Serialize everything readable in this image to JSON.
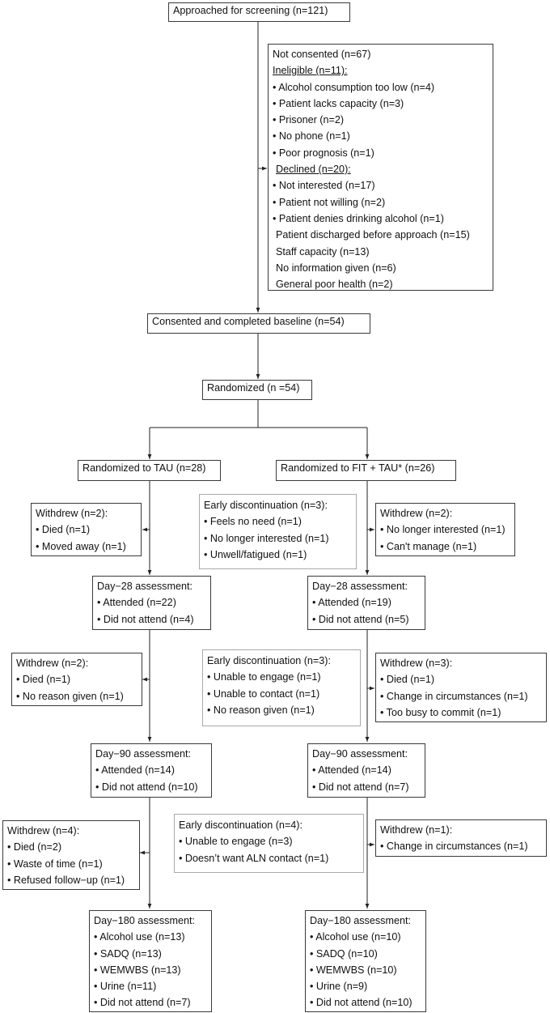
{
  "screening": {
    "label": "Approached for screening (n=121)"
  },
  "not_consented": {
    "lines": [
      {
        "text": "Not consented (n=67)"
      },
      {
        "text": "Ineligible (n=11):",
        "underline": true
      },
      {
        "text": "• Alcohol consumption too low (n=4)"
      },
      {
        "text": "• Patient lacks capacity (n=3)"
      },
      {
        "text": "• Prisoner (n=2)"
      },
      {
        "text": "• No phone (n=1)"
      },
      {
        "text": "• Poor prognosis (n=1)"
      },
      {
        "text": "Declined (n=20):",
        "underline": true,
        "indent": true
      },
      {
        "text": "• Not interested (n=17)"
      },
      {
        "text": "• Patient not willing (n=2)"
      },
      {
        "text": "• Patient denies drinking alcohol (n=1)"
      },
      {
        "text": "Patient discharged before approach (n=15)",
        "indent": true
      },
      {
        "text": "Staff capacity (n=13)",
        "indent": true
      },
      {
        "text": "No information given (n=6)",
        "indent": true
      },
      {
        "text": "General poor health (n=2)",
        "indent": true
      }
    ]
  },
  "consented": {
    "label": "Consented and completed baseline (n=54)"
  },
  "randomized": {
    "label": "Randomized (n =54)"
  },
  "tau_arm": {
    "label": "Randomized to TAU (n=28)",
    "withdrew_1": [
      "Withdrew (n=2):",
      "• Died (n=1)",
      "• Moved away (n=1)"
    ],
    "day28": [
      "Day−28 assessment:",
      "• Attended (n=22)",
      "• Did not attend (n=4)"
    ],
    "withdrew_2": [
      "Withdrew (n=2):",
      "• Died (n=1)",
      "• No reason given (n=1)"
    ],
    "day90": [
      "Day−90 assessment:",
      "• Attended (n=14)",
      "• Did not attend (n=10)"
    ],
    "withdrew_3": [
      "Withdrew (n=4):",
      "• Died (n=2)",
      "• Waste of time (n=1)",
      "• Refused follow−up (n=1)"
    ],
    "day180": [
      "Day−180 assessment:",
      "• Alcohol use (n=13)",
      "• SADQ (n=13)",
      "• WEMWBS (n=13)",
      "• Urine (n=11)",
      "• Did not attend (n=7)"
    ]
  },
  "fit_arm": {
    "label": "Randomized to FIT + TAU* (n=26)",
    "early_disc_1": [
      "Early discontinuation (n=3):",
      "•  Feels no need (n=1)",
      "•  No longer interested (n=1)",
      "•  Unwell/fatigued (n=1)"
    ],
    "withdrew_1": [
      "Withdrew (n=2):",
      "• No longer interested (n=1)",
      "• Can't manage (n=1)"
    ],
    "day28": [
      "Day−28 assessment:",
      "• Attended (n=19)",
      "• Did not attend (n=5)"
    ],
    "early_disc_2": [
      "Early discontinuation (n=3):",
      "•  Unable to engage (n=1)",
      "•  Unable to contact (n=1)",
      "•  No reason given (n=1)"
    ],
    "withdrew_2": [
      "Withdrew (n=3):",
      "• Died (n=1)",
      "• Change in circumstances (n=1)",
      "• Too busy to commit (n=1)"
    ],
    "day90": [
      "Day−90 assessment:",
      "• Attended (n=14)",
      "• Did not attend (n=7)"
    ],
    "early_disc_3": [
      "Early discontinuation (n=4):",
      "•  Unable to engage (n=3)",
      "•  Doesn’t want ALN contact (n=1)"
    ],
    "withdrew_3": [
      "Withdrew (n=1):",
      "• Change in circumstances (n=1)"
    ],
    "day180": [
      "Day−180 assessment:",
      "• Alcohol use (n=10)",
      "• SADQ (n=10)",
      "• WEMWBS (n=10)",
      "• Urine (n=9)",
      "• Did not attend (n=10)"
    ]
  },
  "colors": {
    "line": "#222222",
    "border_dark": "#3a3a3a",
    "border_light": "#a9a9a9",
    "text": "#111111"
  }
}
